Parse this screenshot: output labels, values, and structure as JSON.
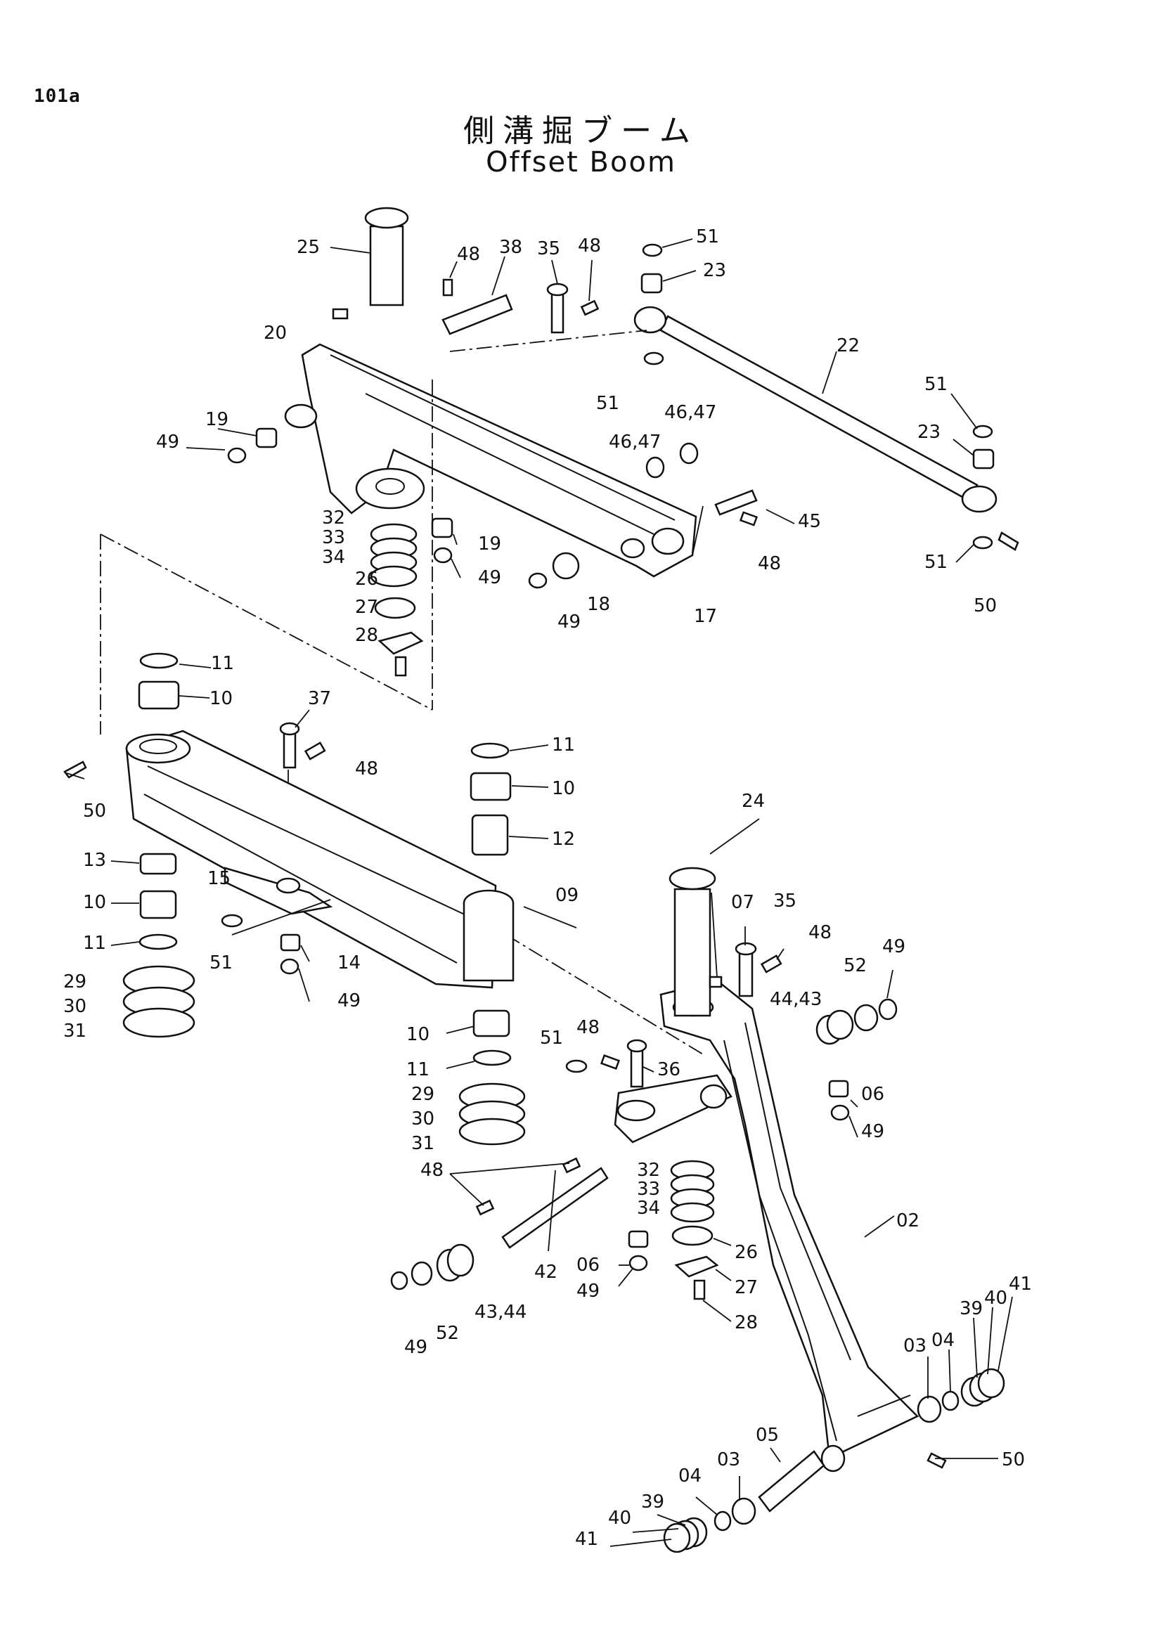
{
  "page_id": "101a",
  "title_jp": "側溝掘ブーム",
  "title_en": "Offset Boom",
  "labels": [
    {
      "id": "l25",
      "text": "25"
    },
    {
      "id": "l48a",
      "text": "48"
    },
    {
      "id": "l38",
      "text": "38"
    },
    {
      "id": "l35a",
      "text": "35"
    },
    {
      "id": "l48b",
      "text": "48"
    },
    {
      "id": "l51a",
      "text": "51"
    },
    {
      "id": "l23a",
      "text": "23"
    },
    {
      "id": "l20",
      "text": "20"
    },
    {
      "id": "l22",
      "text": "22"
    },
    {
      "id": "l51b",
      "text": "51"
    },
    {
      "id": "l51c",
      "text": "51"
    },
    {
      "id": "l46a",
      "text": "46,47"
    },
    {
      "id": "l46b",
      "text": "46,47"
    },
    {
      "id": "l19a",
      "text": "19"
    },
    {
      "id": "l49a",
      "text": "49"
    },
    {
      "id": "l23b",
      "text": "23"
    },
    {
      "id": "l45",
      "text": "45"
    },
    {
      "id": "l32a",
      "text": "32"
    },
    {
      "id": "l33a",
      "text": "33"
    },
    {
      "id": "l34a",
      "text": "34"
    },
    {
      "id": "l19b",
      "text": "19"
    },
    {
      "id": "l49b",
      "text": "49"
    },
    {
      "id": "l48c",
      "text": "48"
    },
    {
      "id": "l51d",
      "text": "51"
    },
    {
      "id": "l26a",
      "text": "26"
    },
    {
      "id": "l18",
      "text": "18"
    },
    {
      "id": "l49c",
      "text": "49"
    },
    {
      "id": "l17",
      "text": "17"
    },
    {
      "id": "l50a",
      "text": "50"
    },
    {
      "id": "l27a",
      "text": "27"
    },
    {
      "id": "l28a",
      "text": "28"
    },
    {
      "id": "l11a",
      "text": "11"
    },
    {
      "id": "l10a",
      "text": "10"
    },
    {
      "id": "l37",
      "text": "37"
    },
    {
      "id": "l48d",
      "text": "48"
    },
    {
      "id": "l11b",
      "text": "11"
    },
    {
      "id": "l10b",
      "text": "10"
    },
    {
      "id": "l50b",
      "text": "50"
    },
    {
      "id": "l24",
      "text": "24"
    },
    {
      "id": "l12",
      "text": "12"
    },
    {
      "id": "l13",
      "text": "13"
    },
    {
      "id": "l15",
      "text": "15"
    },
    {
      "id": "l09",
      "text": "09"
    },
    {
      "id": "l10c",
      "text": "10"
    },
    {
      "id": "l07",
      "text": "07"
    },
    {
      "id": "l35b",
      "text": "35"
    },
    {
      "id": "l48e",
      "text": "48"
    },
    {
      "id": "l49d",
      "text": "49"
    },
    {
      "id": "l11c",
      "text": "11"
    },
    {
      "id": "l51e",
      "text": "51"
    },
    {
      "id": "l14",
      "text": "14"
    },
    {
      "id": "l52a",
      "text": "52"
    },
    {
      "id": "l29a",
      "text": "29"
    },
    {
      "id": "l30a",
      "text": "30"
    },
    {
      "id": "l31a",
      "text": "31"
    },
    {
      "id": "l49e",
      "text": "49"
    },
    {
      "id": "l44a",
      "text": "44,43"
    },
    {
      "id": "l10d",
      "text": "10"
    },
    {
      "id": "l48f",
      "text": "48"
    },
    {
      "id": "l11d",
      "text": "11"
    },
    {
      "id": "l51f",
      "text": "51"
    },
    {
      "id": "l36",
      "text": "36"
    },
    {
      "id": "l06a",
      "text": "06"
    },
    {
      "id": "l29b",
      "text": "29"
    },
    {
      "id": "l30b",
      "text": "30"
    },
    {
      "id": "l31b",
      "text": "31"
    },
    {
      "id": "l49f",
      "text": "49"
    },
    {
      "id": "l48g",
      "text": "48"
    },
    {
      "id": "l32b",
      "text": "32"
    },
    {
      "id": "l33b",
      "text": "33"
    },
    {
      "id": "l34b",
      "text": "34"
    },
    {
      "id": "l02",
      "text": "02"
    },
    {
      "id": "l26b",
      "text": "26"
    },
    {
      "id": "l06b",
      "text": "06"
    },
    {
      "id": "l42",
      "text": "42"
    },
    {
      "id": "l27b",
      "text": "27"
    },
    {
      "id": "l49g",
      "text": "49"
    },
    {
      "id": "l28b",
      "text": "28"
    },
    {
      "id": "l41a",
      "text": "41"
    },
    {
      "id": "l39a",
      "text": "39"
    },
    {
      "id": "l40a",
      "text": "40"
    },
    {
      "id": "l43",
      "text": "43,44"
    },
    {
      "id": "l49h",
      "text": "49"
    },
    {
      "id": "l52b",
      "text": "52"
    },
    {
      "id": "l03a",
      "text": "03"
    },
    {
      "id": "l04a",
      "text": "04"
    },
    {
      "id": "l05",
      "text": "05"
    },
    {
      "id": "l50c",
      "text": "50"
    },
    {
      "id": "l04b",
      "text": "04"
    },
    {
      "id": "l03b",
      "text": "03"
    },
    {
      "id": "l39b",
      "text": "39"
    },
    {
      "id": "l40b",
      "text": "40"
    },
    {
      "id": "l41b",
      "text": "41"
    }
  ]
}
